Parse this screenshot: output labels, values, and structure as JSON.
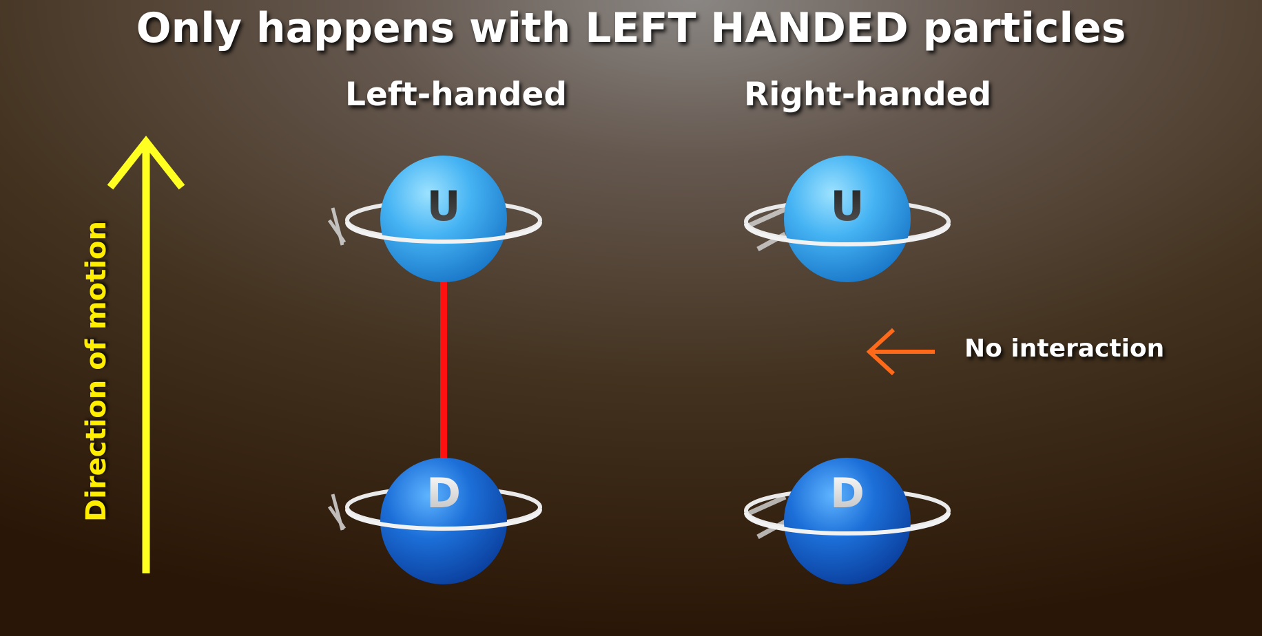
{
  "title": "Only happens with LEFT HANDED particles",
  "columns": {
    "left_label": "Left-handed",
    "right_label": "Right-handed"
  },
  "particles": {
    "up_label": "U",
    "down_label": "D"
  },
  "axis_label": "Direction of motion",
  "note_label": "No interaction",
  "colors": {
    "motion_arrow": "#ffff22",
    "interaction_line": "#ff1111",
    "note_arrow": "#ff6a1a",
    "up_ball": "#4ab4f4",
    "down_ball": "#1a6cd6"
  }
}
